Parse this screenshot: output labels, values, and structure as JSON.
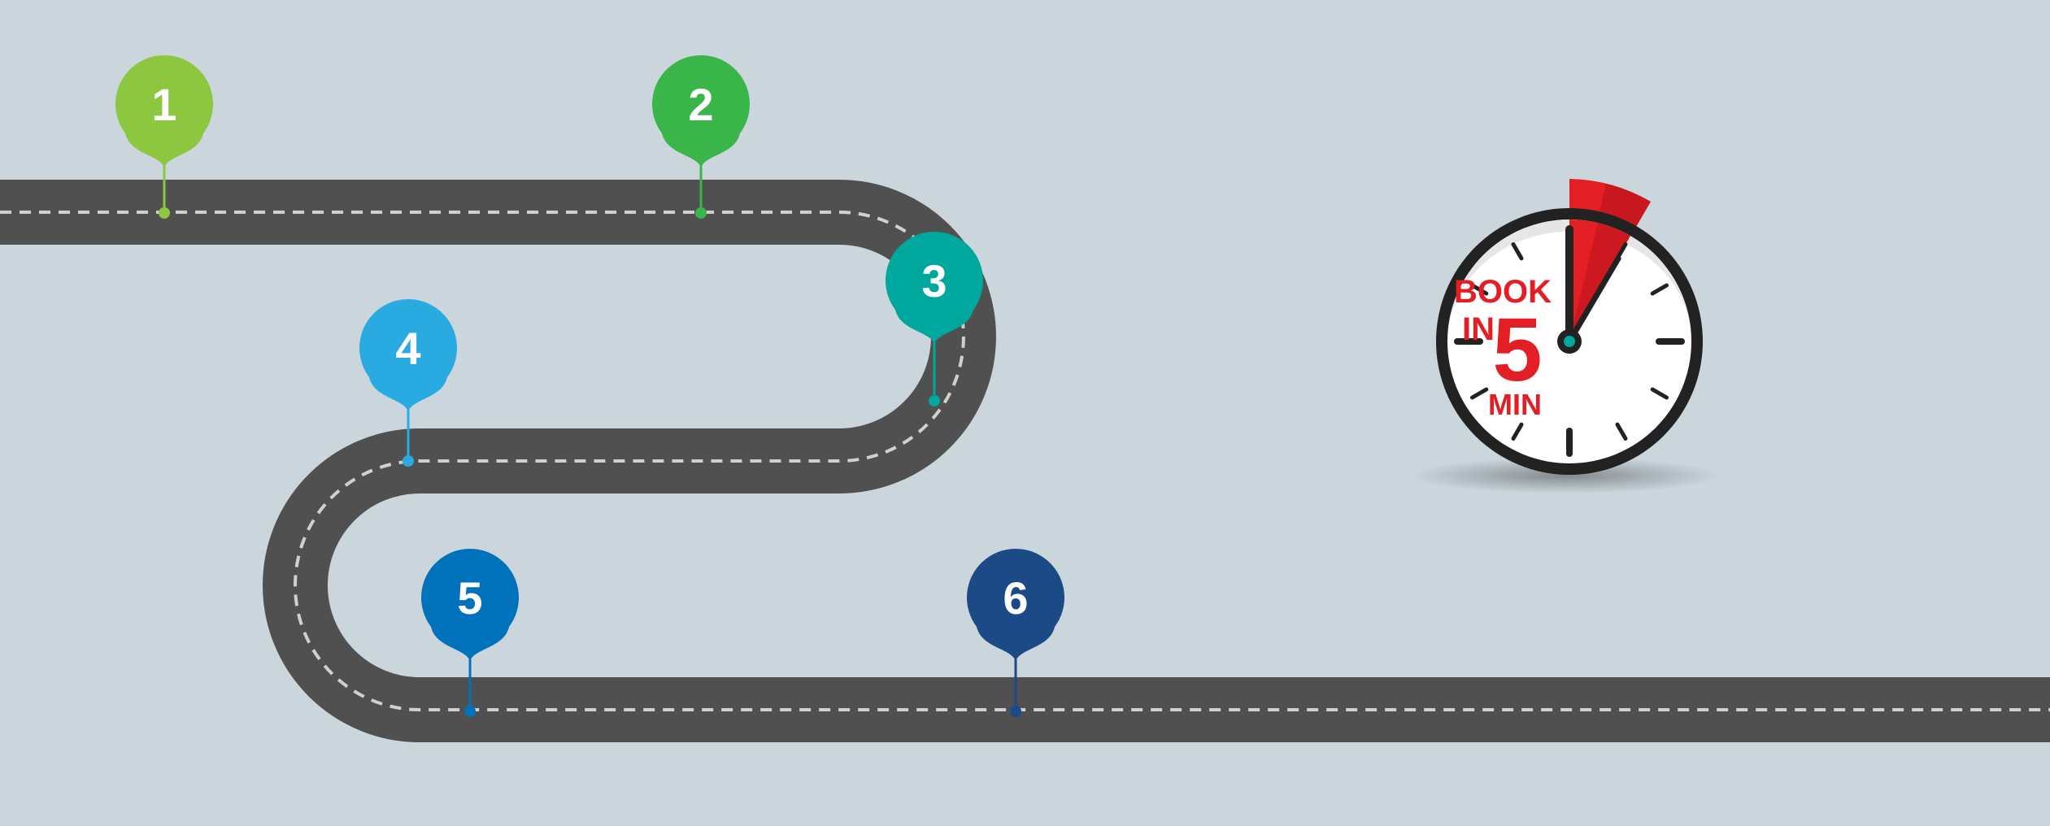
{
  "roadmap": {
    "road_color": "#505050",
    "lane_marking_color": "#d0d0d0",
    "milestones": [
      {
        "label": "1",
        "color": "#8dc63f"
      },
      {
        "label": "2",
        "color": "#39b54a"
      },
      {
        "label": "3",
        "color": "#00a79d"
      },
      {
        "label": "4",
        "color": "#29abe2"
      },
      {
        "label": "5",
        "color": "#0072bc"
      },
      {
        "label": "6",
        "color": "#1b4a87"
      }
    ]
  },
  "timer": {
    "line1": "BOOK",
    "line2": "IN",
    "number": "5",
    "line3": "MIN",
    "accent_color": "#e31e24",
    "center_dot_color": "#00a79d"
  }
}
